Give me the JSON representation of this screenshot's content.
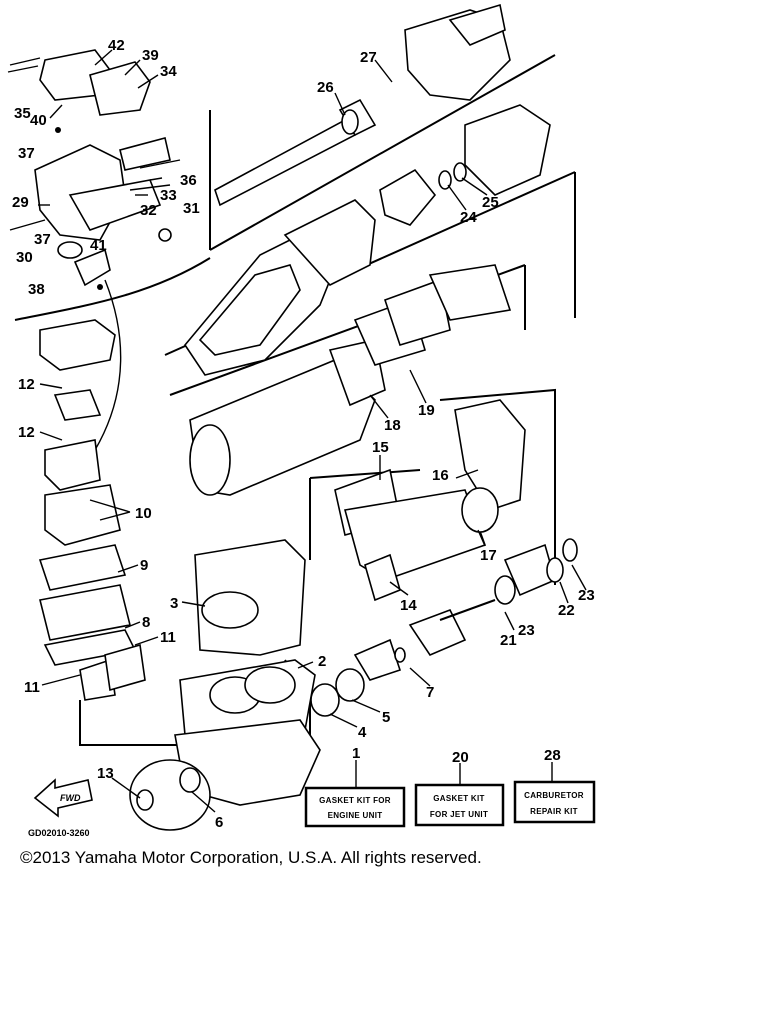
{
  "diagram": {
    "callouts": [
      "42",
      "39",
      "34",
      "35",
      "40",
      "37",
      "36",
      "33",
      "29",
      "32",
      "31",
      "37",
      "30",
      "38",
      "41",
      "27",
      "26",
      "24",
      "25",
      "12",
      "12",
      "10",
      "9",
      "8",
      "11",
      "11",
      "3",
      "2",
      "5",
      "4",
      "13",
      "6",
      "18",
      "19",
      "15",
      "16",
      "17",
      "14",
      "7",
      "21",
      "23",
      "22",
      "23",
      "1",
      "20",
      "28"
    ],
    "kits": {
      "engine": [
        "GASKET KIT FOR",
        "ENGINE UNIT"
      ],
      "jet": [
        "GASKET KIT",
        "FOR JET UNIT"
      ],
      "carb": [
        "CARBURETOR",
        "REPAIR KIT"
      ]
    },
    "drawing_code": "GD02010-3260",
    "fwd_label": "FWD"
  },
  "copyright": "©2013 Yamaha Motor Corporation, U.S.A. All rights reserved."
}
